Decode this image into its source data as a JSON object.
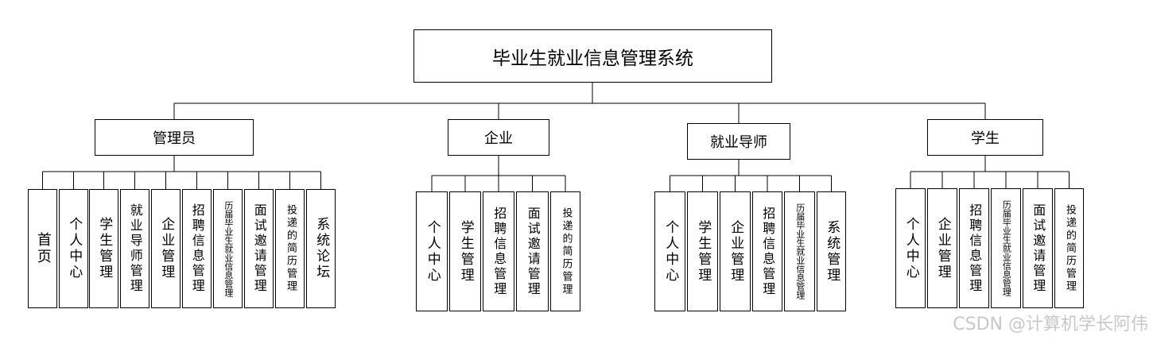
{
  "root": {
    "label": "毕业生就业信息管理系统"
  },
  "groups": [
    {
      "label": "管理员",
      "items": [
        "首页",
        "个人中心",
        "学生管理",
        "就业导师管理",
        "企业管理",
        "招聘信息管理",
        "历届毕业生就业信息管理",
        "面试邀请管理",
        "投递的简历管理",
        "系统论坛"
      ]
    },
    {
      "label": "企业",
      "items": [
        "个人中心",
        "学生管理",
        "招聘信息管理",
        "面试邀请管理",
        "投递的简历管理"
      ]
    },
    {
      "label": "就业导师",
      "items": [
        "个人中心",
        "学生管理",
        "企业管理",
        "招聘信息管理",
        "历届毕业生就业信息管理",
        "系统管理"
      ]
    },
    {
      "label": "学生",
      "items": [
        "个人中心",
        "企业管理",
        "招聘信息管理",
        "历届毕业生就业信息管理",
        "面试邀请管理",
        "投递的简历管理"
      ]
    }
  ],
  "watermark": "CSDN @计算机学长阿伟"
}
